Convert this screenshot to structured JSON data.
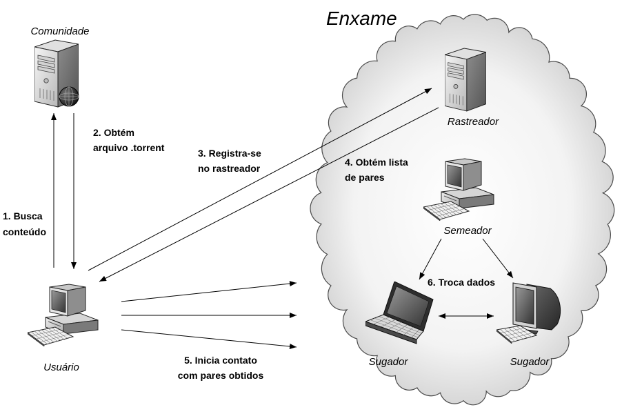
{
  "diagram": {
    "swarm_label": "Enxame",
    "nodes": {
      "community": {
        "label": "Comunidade",
        "icon": "server-globe-icon"
      },
      "tracker": {
        "label": "Rastreador",
        "icon": "server-icon"
      },
      "seeder": {
        "label": "Semeador",
        "icon": "desktop-computer-icon"
      },
      "user": {
        "label": "Usuário",
        "icon": "desktop-computer-icon"
      },
      "leecher_laptop": {
        "label": "Sugador",
        "icon": "laptop-icon"
      },
      "leecher_desktop": {
        "label": "Sugador",
        "icon": "crt-monitor-icon"
      }
    },
    "steps": [
      {
        "lines": [
          "1. Busca",
          "conteúdo"
        ]
      },
      {
        "lines": [
          "2. Obtém",
          "arquivo .torrent"
        ]
      },
      {
        "lines": [
          "3. Registra-se",
          "no rastreador"
        ]
      },
      {
        "lines": [
          "4. Obtém lista",
          "de pares"
        ]
      },
      {
        "lines": [
          "5. Inicia contato",
          "com pares obtidos"
        ]
      },
      {
        "lines": [
          "6. Troca dados"
        ]
      }
    ]
  },
  "colors": {
    "cloud_fill": "#e9e9e9",
    "cloud_outline": "#4a4a4a",
    "arrows": "#000000",
    "text": "#000000"
  }
}
